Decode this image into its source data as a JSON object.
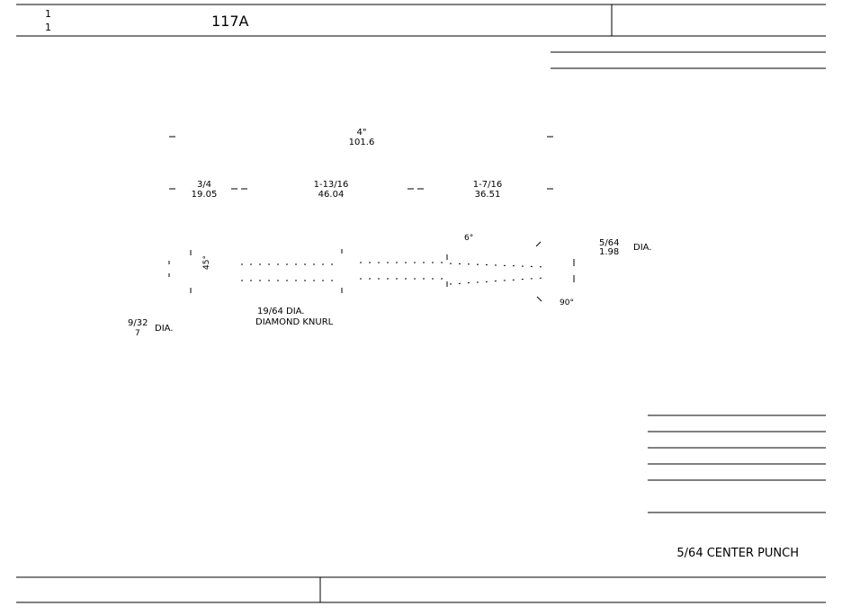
{
  "title_block": {
    "sheet_top": "1",
    "sheet_bottom": "1",
    "part_number": "117A"
  },
  "dimensions": {
    "overall_in": "4\"",
    "overall_mm": "101.6",
    "seg1_in": "3/4",
    "seg1_mm": "19.05",
    "seg2_in": "1-13/16",
    "seg2_mm": "46.04",
    "seg3_in": "1-7/16",
    "seg3_mm": "36.51"
  },
  "callouts": {
    "tip_dia_in": "5/64",
    "tip_dia_mm": "1.98",
    "tip_dia_suffix": "DIA.",
    "taper_angle": "6°",
    "point_angle": "90°",
    "head_chamfer": "45°",
    "head_dia_num": "9/32",
    "head_dia_sub": "7",
    "head_dia_suffix": "DIA.",
    "knurl_dia": "19/64 DIA.",
    "knurl_note": "DIAMOND KNURL"
  },
  "footer": {
    "tool_name": "5/64 CENTER PUNCH"
  }
}
